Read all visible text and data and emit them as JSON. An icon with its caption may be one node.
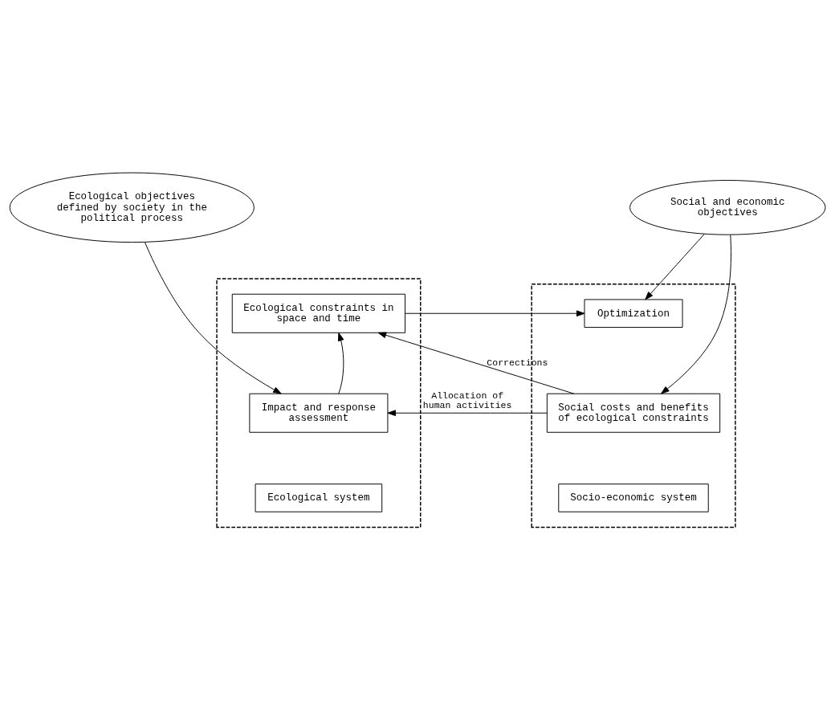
{
  "diagram": {
    "nodes": [
      {
        "text": [
          "Ecological objectives defined by society in the political process"
        ]
      },
      {
        "text": [
          "Social and economic objectives"
        ]
      },
      {
        "text": [],
        "shape": "box"
      },
      {
        "text": [
          "Ecological constraints in space and time"
        ],
        "in": 2
      },
      {
        "text": [
          "Impact and response assessment"
        ],
        "in": 2
      },
      {
        "text": [
          "Ecological system"
        ],
        "in": 2
      },
      {
        "text": [],
        "shape": "box"
      },
      {
        "text": [
          "Optimization"
        ],
        "in": 6
      },
      {
        "text": [
          "Social costs and benefits of ecological constraints"
        ],
        "in": 6
      },
      {
        "text": [
          "Socio-economic system"
        ],
        "in": 6
      }
    ],
    "edges": [
      {
        "from": 0,
        "to": 4,
        "arrow": "to"
      },
      {
        "from": 1,
        "to": 7,
        "arrow": "to"
      },
      {
        "from": 1,
        "to": 8,
        "arrow": "to"
      },
      {
        "from": 3,
        "to": 7,
        "arrow": "to"
      },
      {
        "from": 8,
        "to": 3,
        "arrow": "to",
        "label": "Corrections"
      },
      {
        "from": 8,
        "to": 4,
        "arrow": "to",
        "label": "Allocation of human activities"
      },
      {
        "from": 4,
        "to": 3,
        "arrow": "to"
      }
    ]
  }
}
